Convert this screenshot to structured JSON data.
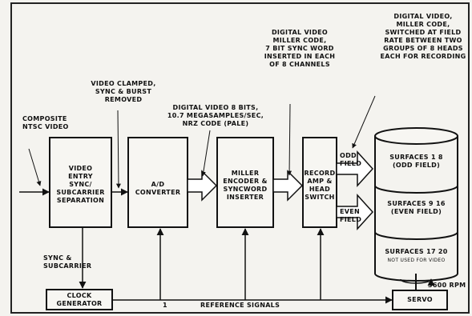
{
  "annotations": {
    "composite": "COMPOSITE\nNTSC VIDEO",
    "clamped": "VIDEO CLAMPED,\nSYNC & BURST\nREMOVED",
    "digital8": "DIGITAL VIDEO 8 BITS,\n10.7 MEGASAMPLES/SEC,\nNRZ CODE (PALE)",
    "digital7": "DIGITAL VIDEO\nMILLER CODE,\n7 BIT SYNC WORD\nINSERTED IN EACH\nOF 8 CHANNELS",
    "switched": "DIGITAL VIDEO,\nMILLER CODE,\nSWITCHED AT FIELD\nRATE BETWEEN TWO\nGROUPS OF 8 HEADS\nEACH FOR RECORDING",
    "sync_sub": "SYNC &\nSUBCARRIER",
    "reference": "REFERENCE SIGNALS",
    "rpm": "3600 RPM",
    "odd_field": "ODD\nFIELD",
    "even_field": "EVEN\nFIELD",
    "one": "1"
  },
  "blocks": {
    "video_entry": "VIDEO\nENTRY\nSYNC/\nSUBCARRIER\nSEPARATION",
    "ad_converter": "A/D\nCONVERTER",
    "miller": "MILLER\nENCODER &\nSYNCWORD\nINSERTER",
    "record": "RECORD\nAMP &\nHEAD\nSWITCH",
    "clock": "CLOCK\nGENERATOR",
    "servo": "SERVO"
  },
  "disk": {
    "surfaces_1_8": "SURFACES 1 8\n(ODD FIELD)",
    "surfaces_9_16": "SURFACES 9 16\n(EVEN FIELD)",
    "surfaces_17_20": "SURFACES 17 20",
    "not_used": "NOT USED FOR VIDEO"
  }
}
